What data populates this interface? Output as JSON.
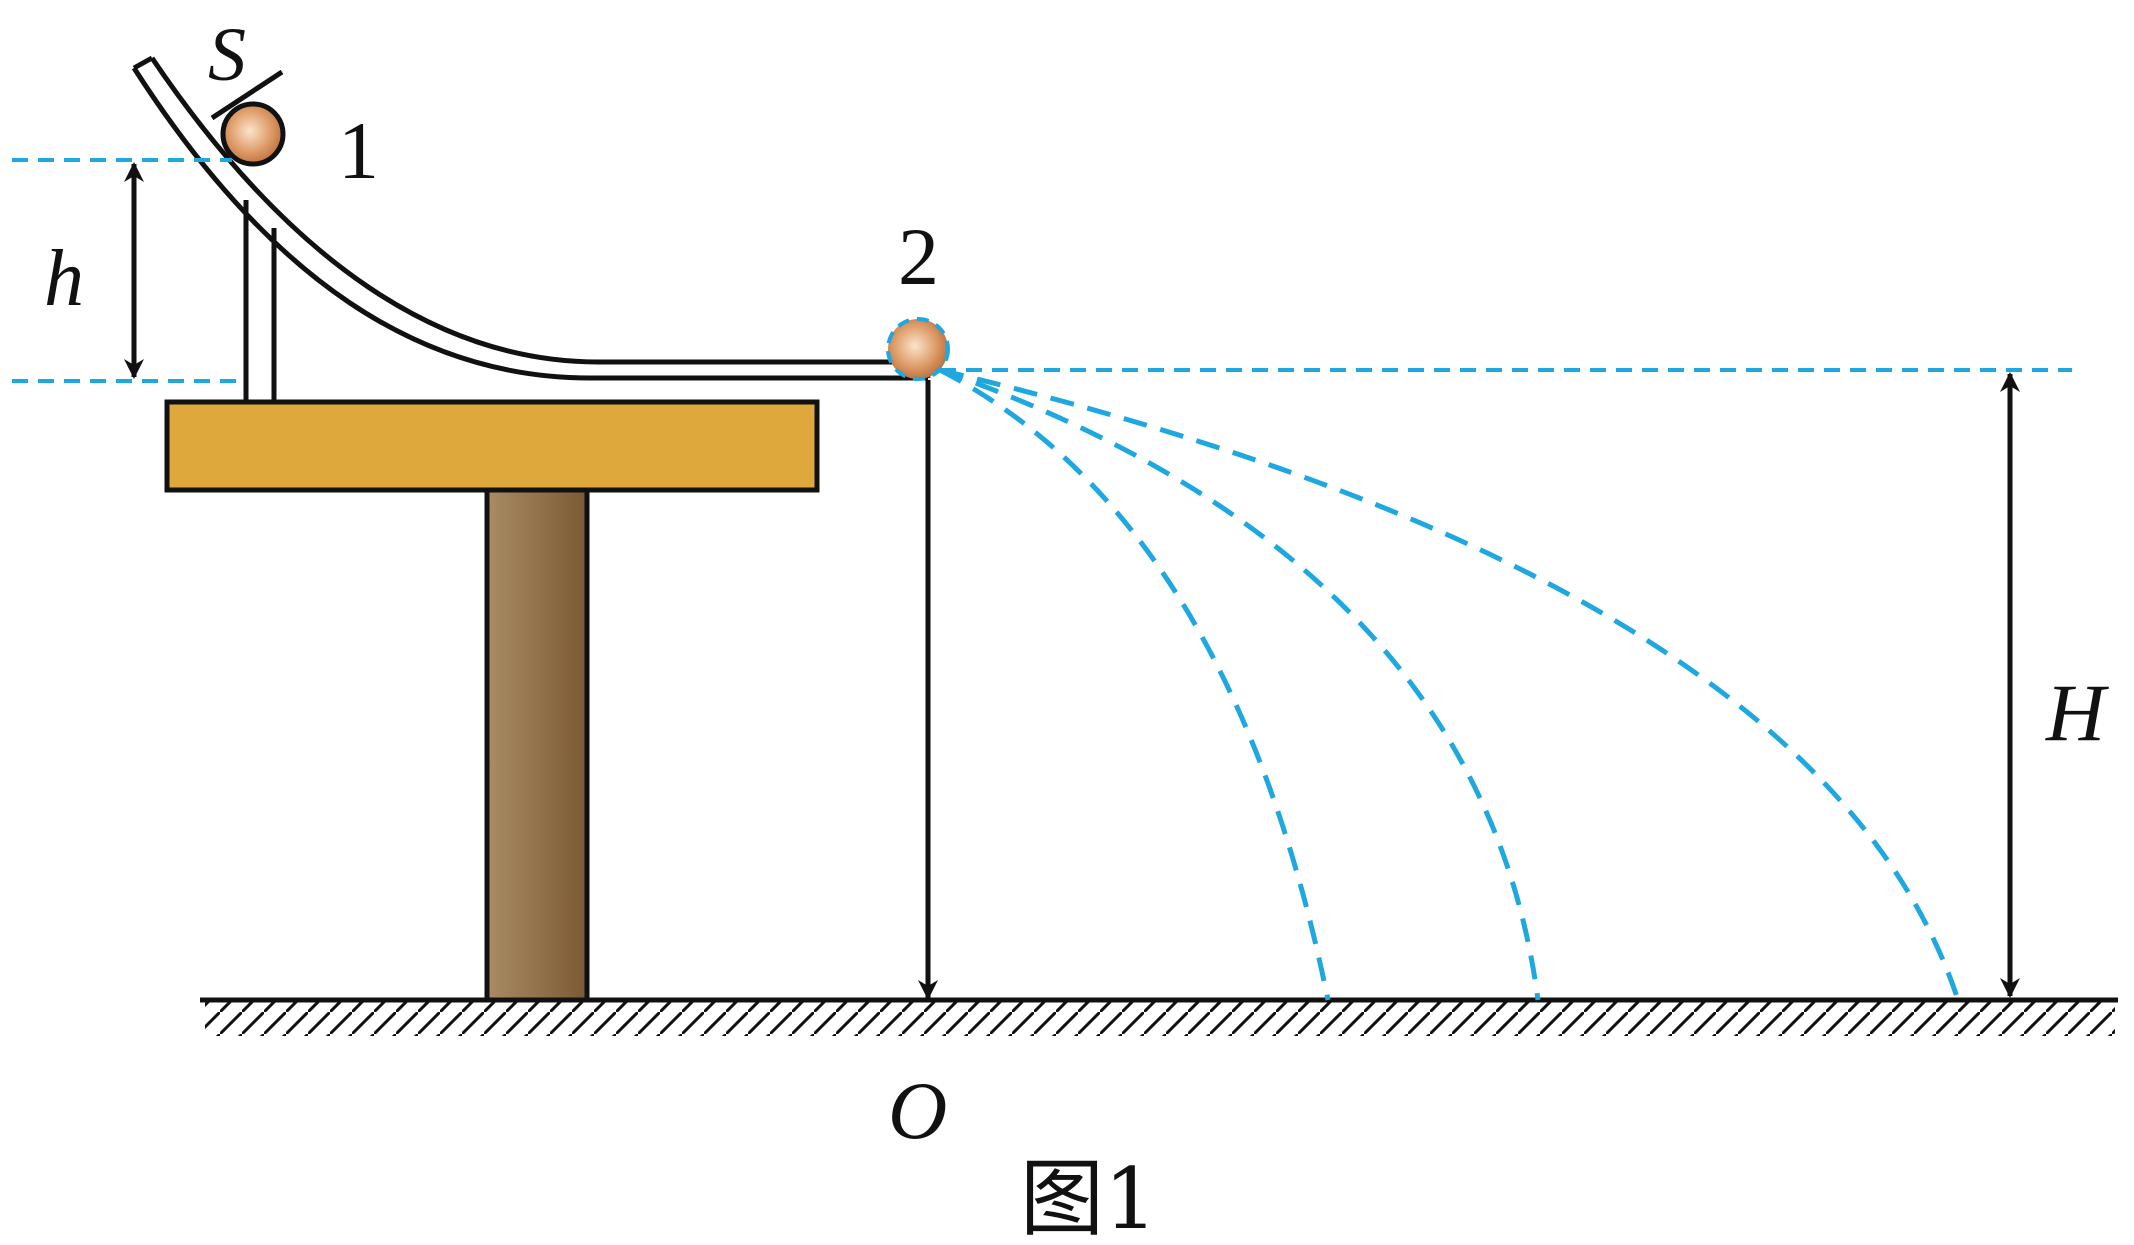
{
  "labels": {
    "switch": "S",
    "ball1": "1",
    "ball2": "2",
    "drop_height": "h",
    "table_height": "H",
    "origin": "O",
    "caption": "图1"
  },
  "colors": {
    "ink": "#111111",
    "guide": "#1ea8df",
    "tabletop": "#dfa83c",
    "leg_light": "#a98b64",
    "leg_dark": "#7b5a33",
    "ball_light": "#f4d2b2",
    "ball_dark": "#c57a44"
  }
}
